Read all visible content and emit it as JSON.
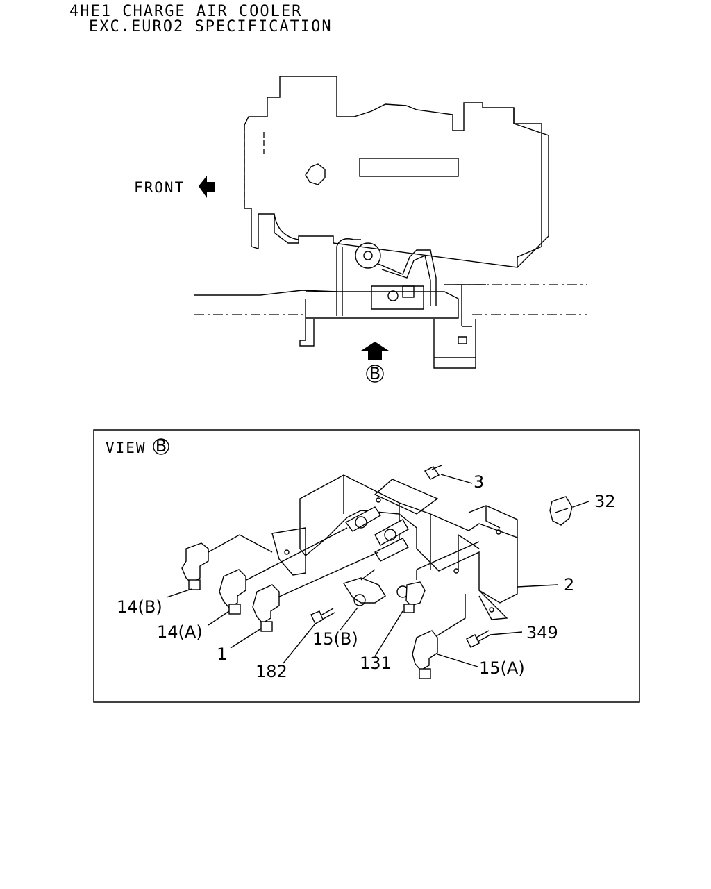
{
  "header": {
    "line1": "4HE1 CHARGE AIR COOLER",
    "line2": "EXC.EURO2 SPECIFICATION"
  },
  "overview": {
    "front_label": "FRONT",
    "view_marker": "B"
  },
  "detail": {
    "view_label": "VIEW",
    "view_marker": "B",
    "callouts": {
      "c3": "3",
      "c32": "32",
      "c2": "2",
      "c349": "349",
      "c15a": "15(A)",
      "c131": "131",
      "c182": "182",
      "c15b": "15(B)",
      "c1": "1",
      "c14a": "14(A)",
      "c14b": "14(B)"
    }
  },
  "icons": [
    "front-arrow-icon",
    "view-arrow-icon"
  ]
}
